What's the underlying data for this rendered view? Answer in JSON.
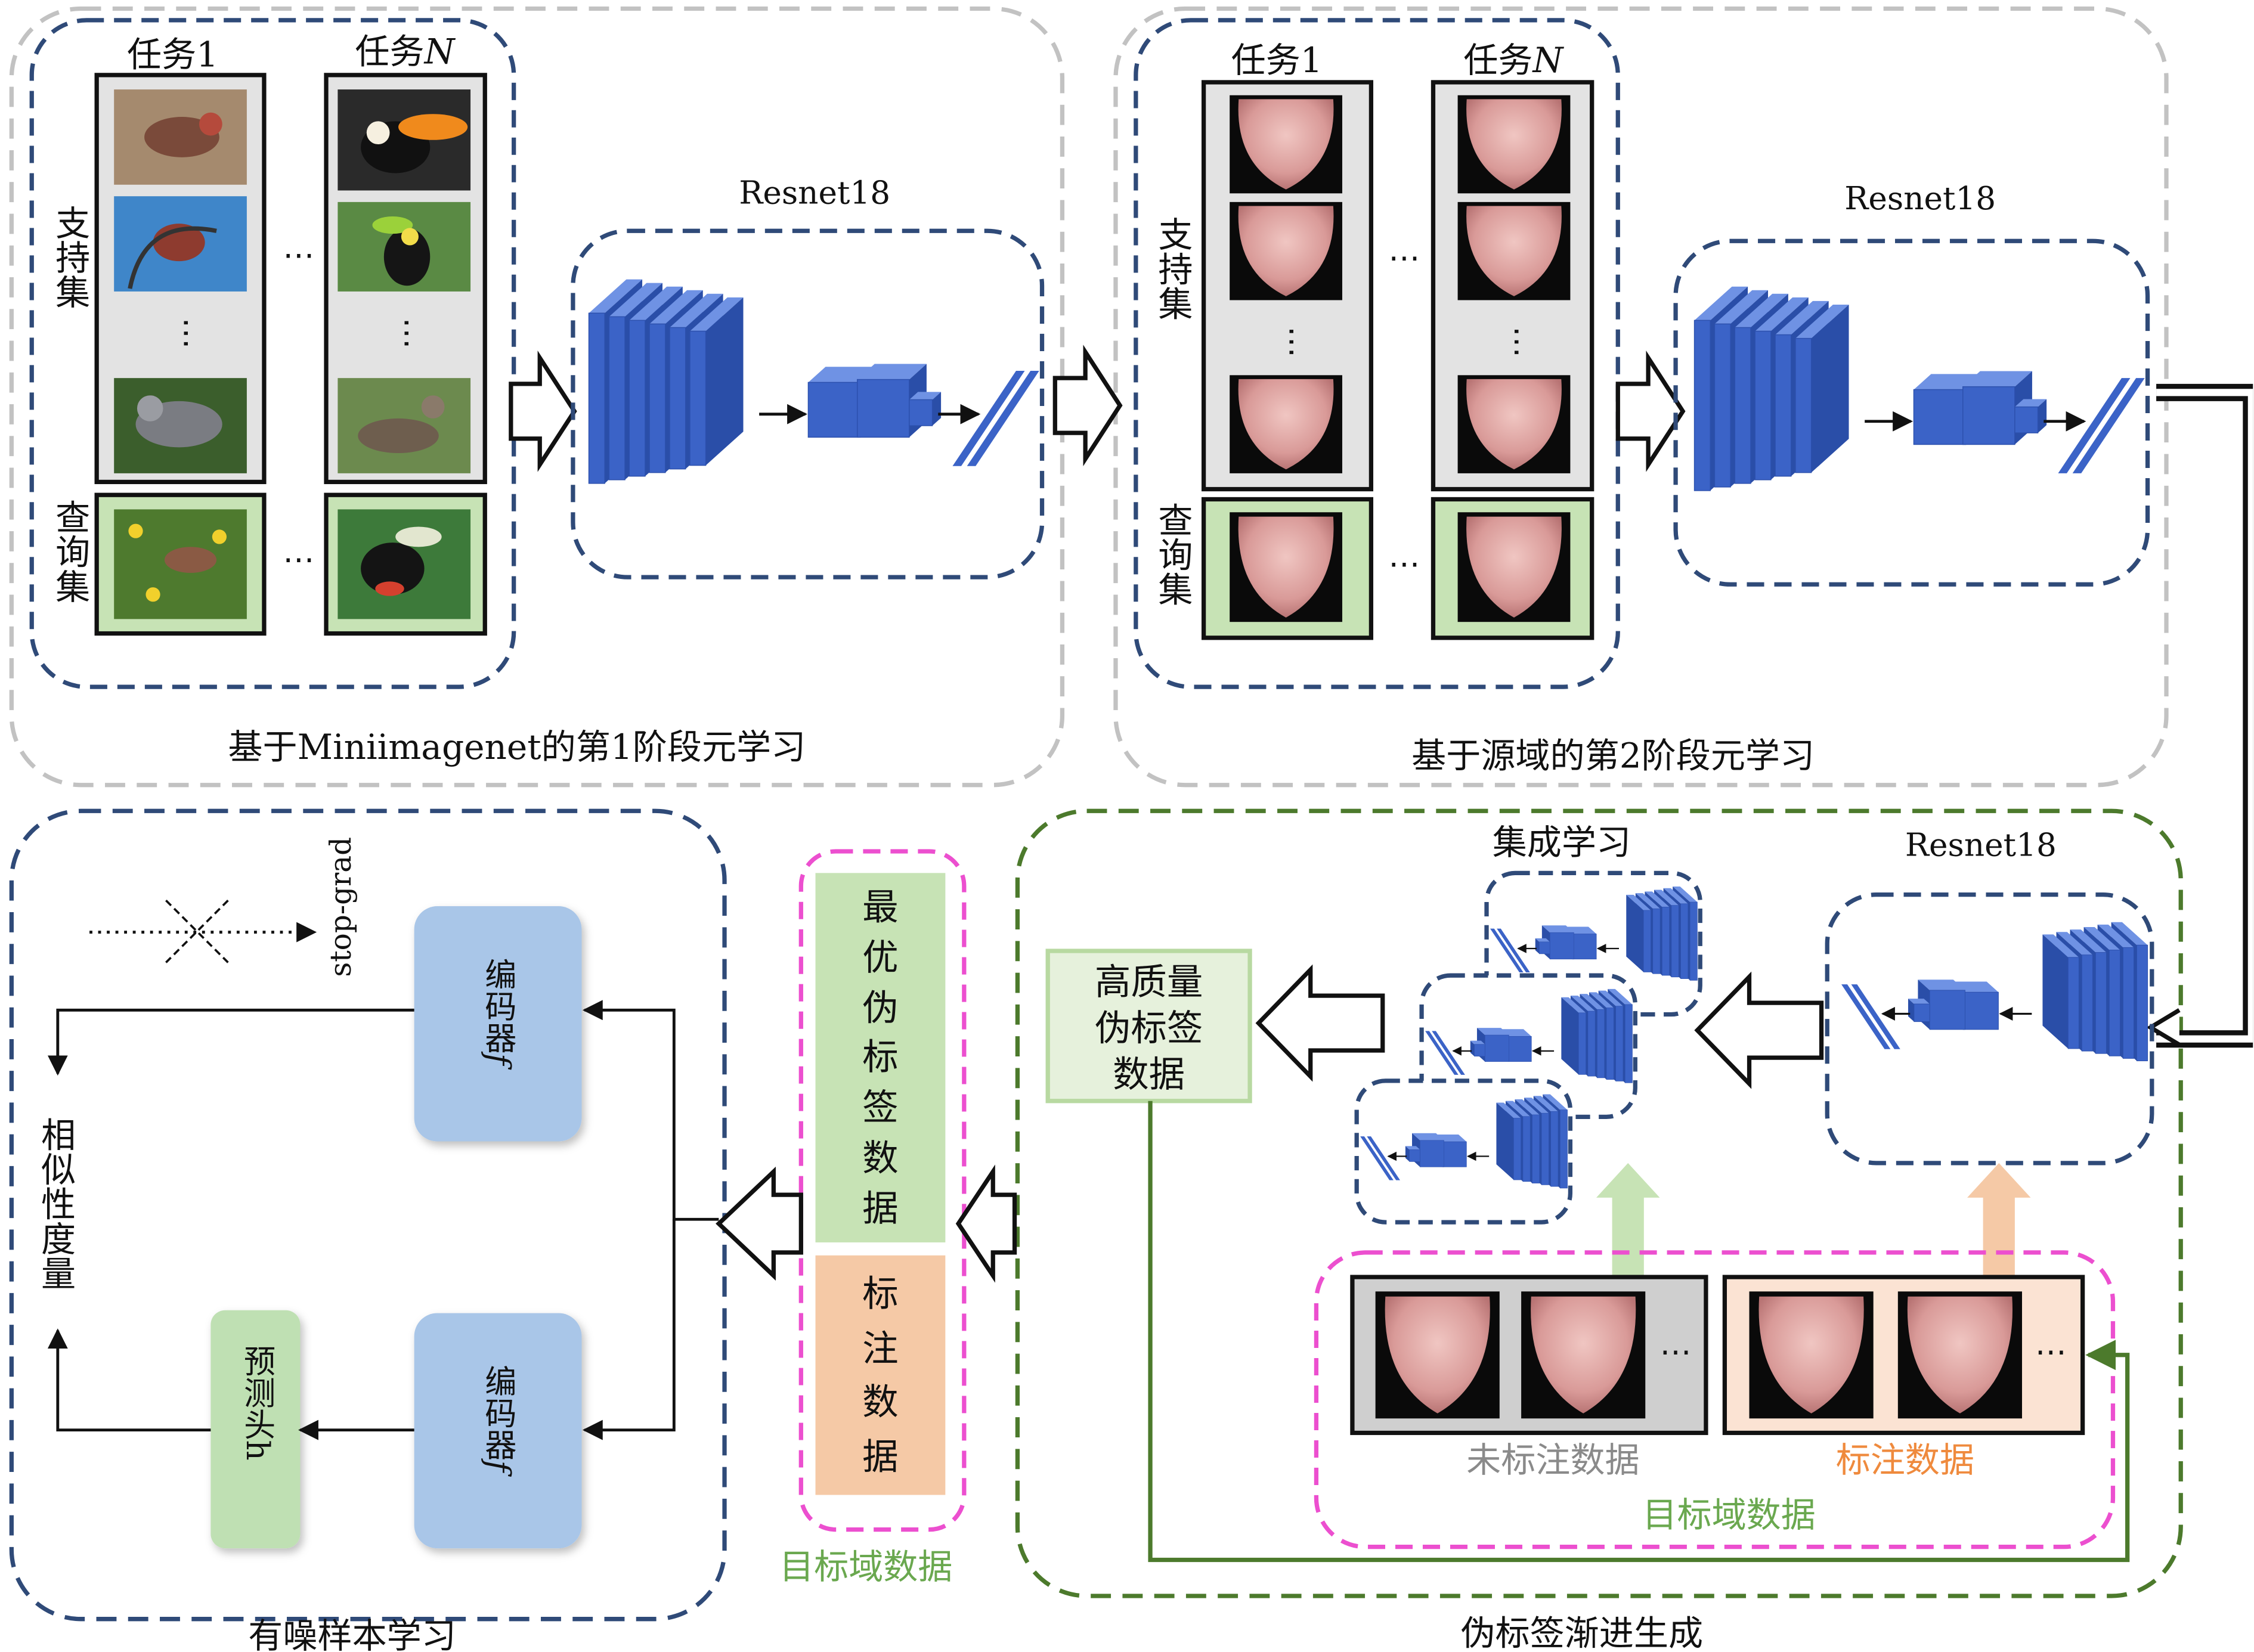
{
  "stage1": {
    "caption": "基于Miniimagenet的第1阶段元学习",
    "task_first": "任务1",
    "task_last_prefix": "任务",
    "task_last_var": "N",
    "support_label": "支持集",
    "query_label": "查询集",
    "network": "Resnet18"
  },
  "stage2": {
    "caption": "基于源域的第2阶段元学习",
    "task_first": "任务1",
    "task_last_prefix": "任务",
    "task_last_var": "N",
    "support_label": "支持集",
    "query_label": "查询集",
    "network": "Resnet18"
  },
  "pseudo": {
    "caption": "伪标签渐进生成",
    "network": "Resnet18",
    "ensemble": "集成学习",
    "hq_lines": [
      "高质量",
      "伪标签",
      "数据"
    ],
    "unlabeled": "未标注数据",
    "labeled": "标注数据",
    "target_domain": "目标域数据"
  },
  "target_data": {
    "best_chars": [
      "最",
      "优",
      "伪",
      "标",
      "签",
      "数",
      "据"
    ],
    "labeled_chars": [
      "标",
      "注",
      "数",
      "据"
    ],
    "caption": "目标域数据"
  },
  "noisy": {
    "caption": "有噪样本学习",
    "stop_grad": "stop-grad",
    "encoder_label": "编码器",
    "encoder_var": "f",
    "head": "预测头h",
    "similarity": "相似性度量"
  },
  "colors": {
    "grey_dash": "#c2c2c2",
    "navy_dash": "#2f4a78",
    "green_dash": "#4c7a2c",
    "pink_dash": "#ec4fcf",
    "block_blue": "#3b63c7",
    "support_bg": "#e3e3e3",
    "query_bg": "#c7e3b5",
    "encoder_bg": "#a9c6e8",
    "head_bg": "#bfe0b3",
    "label_orange": "#f5c9a6",
    "text_grey": "#8a8a8a",
    "text_orange": "#ef8a3d",
    "text_green": "#6aa84f"
  }
}
